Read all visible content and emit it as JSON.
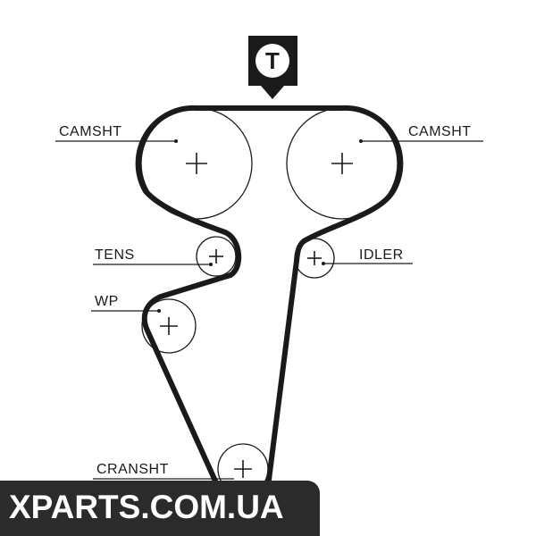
{
  "diagram": {
    "marker": {
      "letter": "T"
    },
    "labels": {
      "camshaft_left": "CAMSHT",
      "camshaft_right": "CAMSHT",
      "tensioner": "TENS",
      "idler": "IDLER",
      "water_pump": "WP",
      "crankshaft": "CRANSHT"
    }
  },
  "watermark": {
    "text": "XPARTS.COM.UA"
  },
  "colors": {
    "ink": "#1a1a1a",
    "watermark_bg": "#2b2b2b",
    "watermark_text": "#ffffff"
  }
}
